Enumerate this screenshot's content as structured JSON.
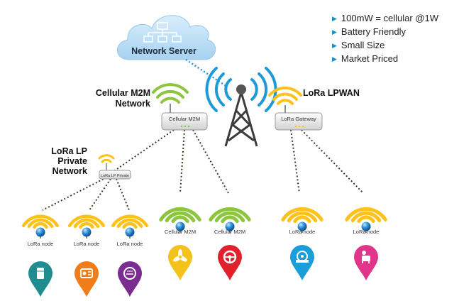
{
  "cloud_label": "Network Server",
  "bullets": [
    "100mW = cellular @1W",
    "Battery Friendly",
    "Small Size",
    "Market Priced"
  ],
  "cellular_network": {
    "line1": "Cellular M2M",
    "line2": "Network"
  },
  "lora_lpwan": "LoRa LPWAN",
  "lora_private": {
    "line1": "LoRa LP",
    "line2": "Private",
    "line3": "Network"
  },
  "devices": {
    "cellular_gateway": "Cellular M2M",
    "lora_gateway": "LoRa Gateway",
    "private_gateway": "LoRa LP Private"
  },
  "nodes": [
    {
      "label": "LoRa node",
      "color": "#ffc21a",
      "pin": "#1f8d8f",
      "icon": "appliance-icon"
    },
    {
      "label": "LoRa node",
      "color": "#ffc21a",
      "pin": "#f07d1a",
      "icon": "meter-icon"
    },
    {
      "label": "LoRa node",
      "color": "#ffc21a",
      "pin": "#7b2d8f",
      "icon": "gauge-icon"
    },
    {
      "label": "Cellular M2M",
      "color": "#8cc63e",
      "pin": "#f4c21a",
      "icon": "fan-icon"
    },
    {
      "label": "Cellular M2M",
      "color": "#8cc63e",
      "pin": "#e0202b",
      "icon": "steering-wheel-icon"
    },
    {
      "label": "LoRa node",
      "color": "#ffc21a",
      "pin": "#1a9ed9",
      "icon": "water-meter-icon"
    },
    {
      "label": "LoRa node",
      "color": "#ffc21a",
      "pin": "#e0358b",
      "icon": "pet-icon"
    }
  ],
  "colors": {
    "lora_wave": "#ffc21a",
    "cellular_wave": "#8cc63e",
    "tower_wave": "#1e9ad6",
    "link": "#3d3a2c",
    "cloud_link": "#2a93d5"
  }
}
